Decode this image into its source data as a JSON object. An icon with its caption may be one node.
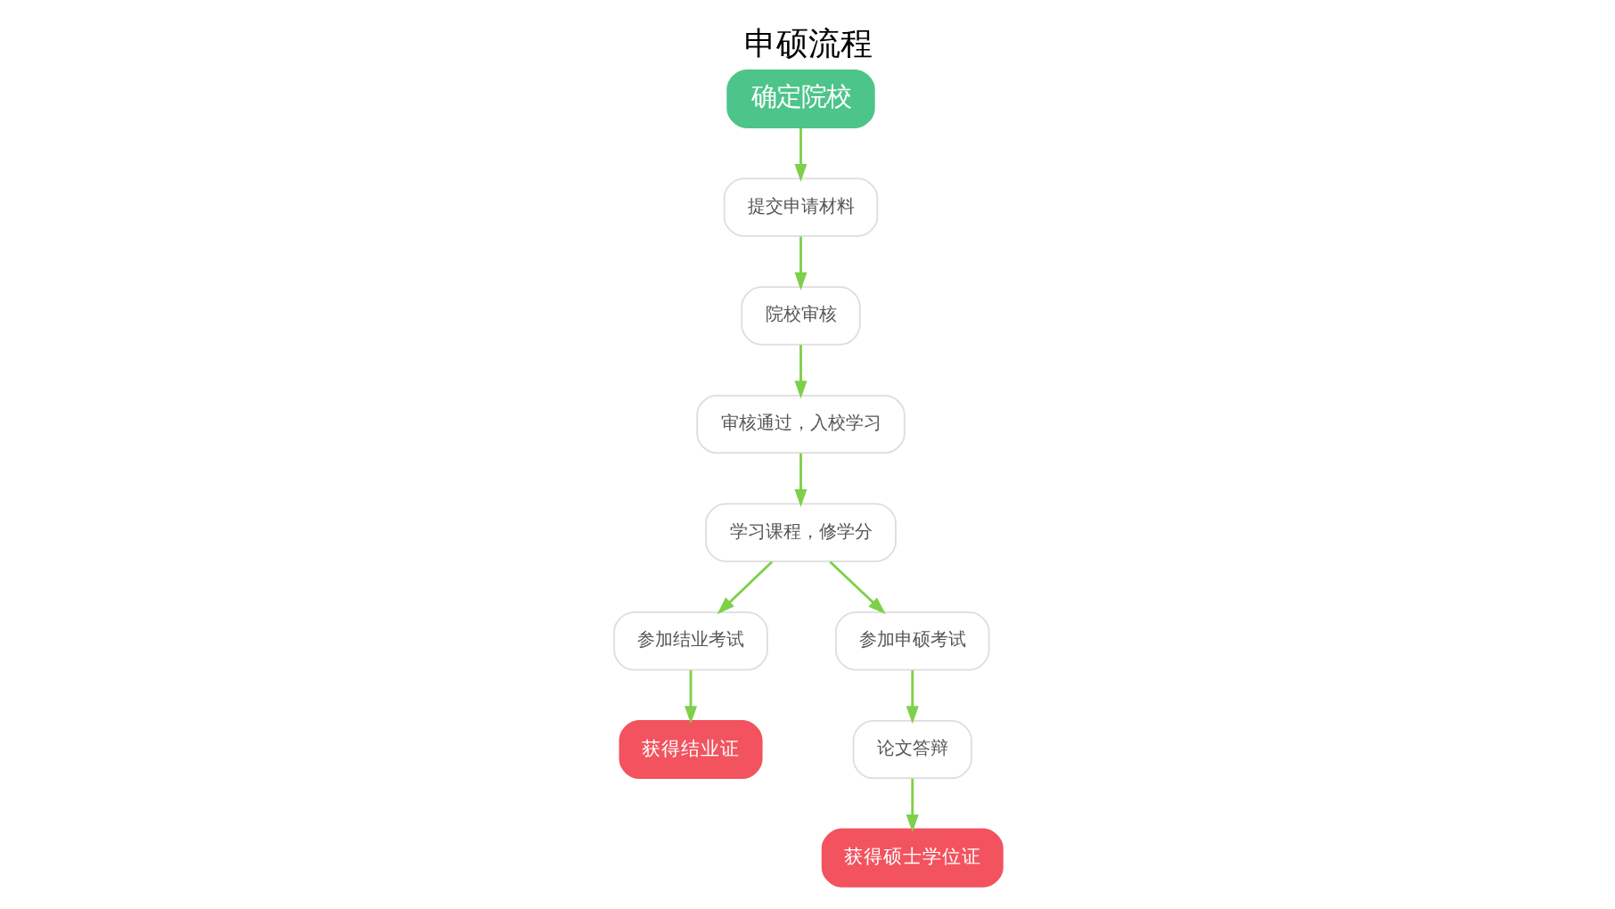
{
  "diagram": {
    "title": "申硕流程",
    "nodes": [
      {
        "text": [
          "确定院校"
        ]
      },
      {
        "text": [
          "提交申请材料"
        ]
      },
      {
        "text": [
          "院校审核"
        ]
      },
      {
        "text": [
          "审核通过，入校学习"
        ]
      },
      {
        "text": [
          "学习课程，修学分"
        ]
      },
      {
        "text": [
          "参加结业考试"
        ]
      },
      {
        "text": [
          "获得结业证"
        ]
      },
      {
        "text": [
          "参加申硕考试"
        ]
      },
      {
        "text": [
          "论文答辩"
        ]
      },
      {
        "text": [
          "获得硕士学位证"
        ]
      }
    ],
    "edges": [
      {
        "from": 0,
        "to": 1,
        "arrow": "to"
      },
      {
        "from": 1,
        "to": 2,
        "arrow": "to"
      },
      {
        "from": 2,
        "to": 3,
        "arrow": "to"
      },
      {
        "from": 3,
        "to": 4,
        "arrow": "to"
      },
      {
        "from": 4,
        "to": 5,
        "arrow": "to"
      },
      {
        "from": 5,
        "to": 6,
        "arrow": "to"
      },
      {
        "from": 4,
        "to": 7,
        "arrow": "to"
      },
      {
        "from": 7,
        "to": 8,
        "arrow": "to"
      },
      {
        "from": 8,
        "to": 9,
        "arrow": "to"
      }
    ]
  }
}
